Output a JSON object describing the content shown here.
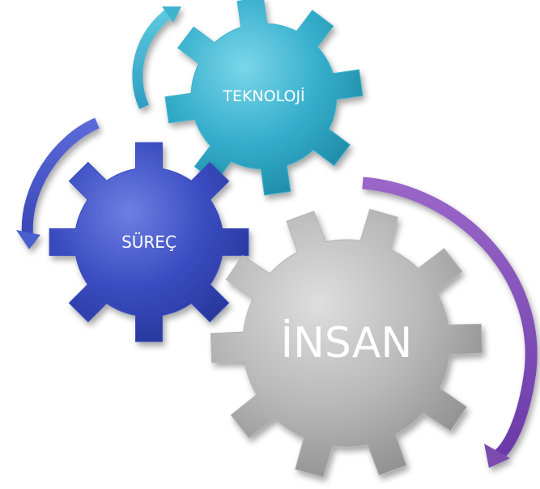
{
  "diagram": {
    "gears": [
      {
        "id": "teknoloji",
        "label": "TEKNOLOJİ",
        "color": "#3fb3cf"
      },
      {
        "id": "surec",
        "label": "SÜREÇ",
        "color": "#3b4fc0"
      },
      {
        "id": "insan",
        "label": "İNSAN",
        "color": "#b5b5b5"
      }
    ],
    "arrows": [
      {
        "id": "teknoloji-arrow",
        "color": "#3fb3cf"
      },
      {
        "id": "surec-arrow",
        "color": "#4a5fcf"
      },
      {
        "id": "insan-arrow",
        "color": "#7b4bb0"
      }
    ]
  }
}
